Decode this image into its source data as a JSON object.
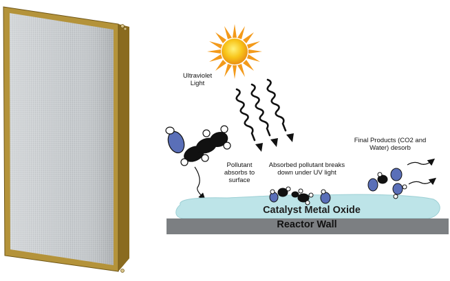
{
  "labels": {
    "uv_light": "Ultraviolet Light",
    "pollutant_absorbs": "Pollutant absorbs to surface",
    "absorbed_breaks_down": "Absorbed pollutant breaks down under UV light",
    "final_products": "Final Products (CO2 and Water) desorb",
    "catalyst": "Catalyst Metal Oxide",
    "reactor_wall": "Reactor Wall"
  },
  "colors": {
    "frame_gold": "#b4933a",
    "mesh_gray": "#bfc3c6",
    "sun_yellow": "#f6c21c",
    "catalyst_fill": "#bde4e8",
    "reactor_fill": "#7c7f82",
    "molecule_blue": "#5a6fb8",
    "molecule_black": "#111111"
  },
  "icons": [
    "sun-icon",
    "uv-wave-icon",
    "molecule-icon",
    "arrow-icon"
  ]
}
